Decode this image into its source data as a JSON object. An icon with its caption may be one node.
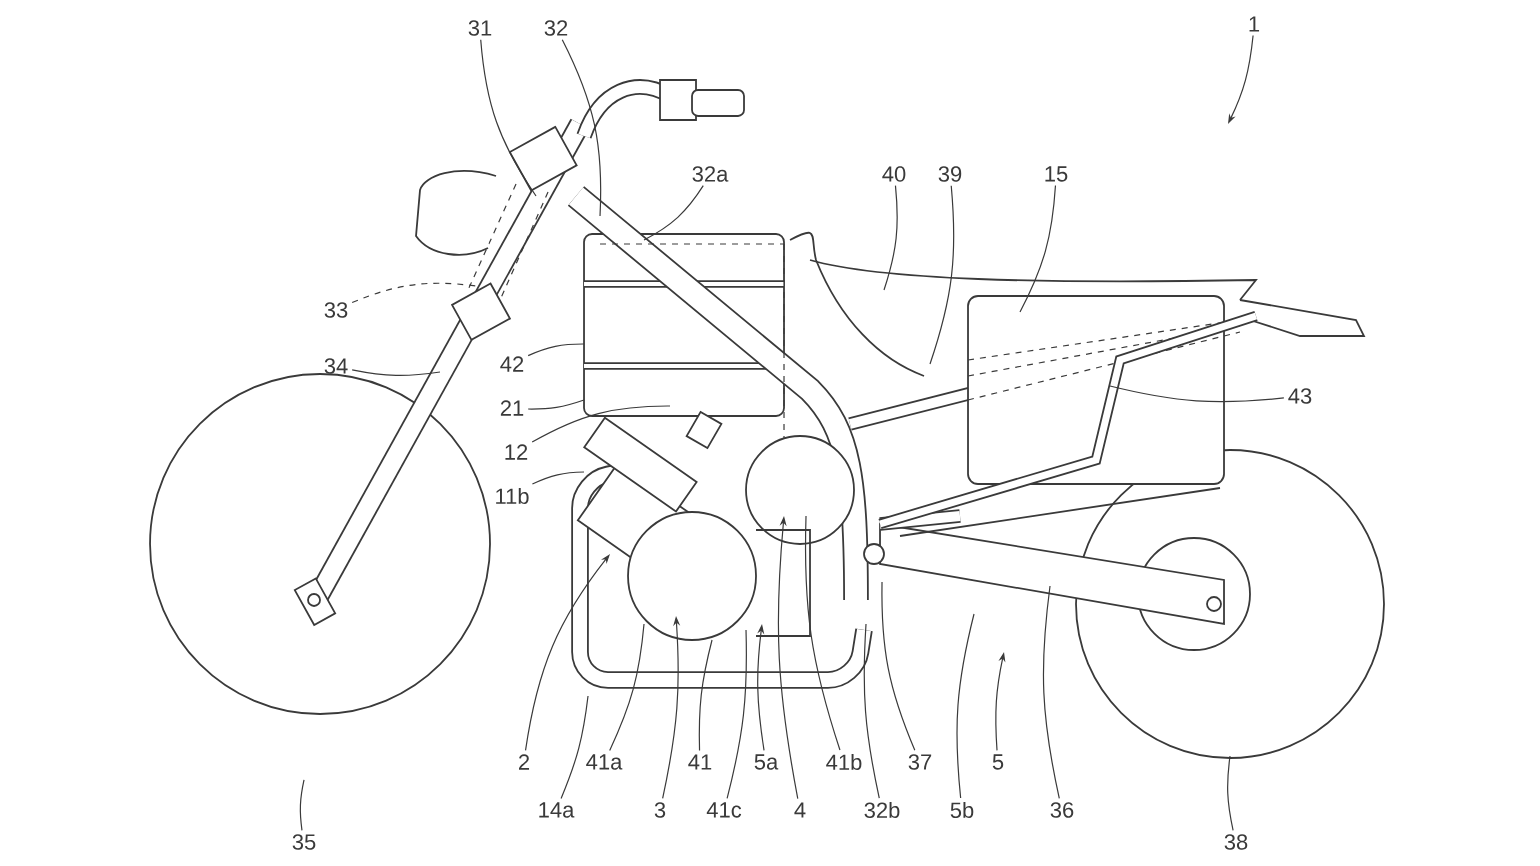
{
  "diagram": {
    "nodes": [
      {
        "text": [
          "31"
        ]
      },
      {
        "text": [
          "32"
        ]
      },
      {
        "text": [
          "1"
        ]
      },
      {
        "text": [
          "32a"
        ]
      },
      {
        "text": [
          "40"
        ]
      },
      {
        "text": [
          "39"
        ]
      },
      {
        "text": [
          "15"
        ]
      },
      {
        "text": [
          "33"
        ]
      },
      {
        "text": [
          "34"
        ]
      },
      {
        "text": [
          "42"
        ]
      },
      {
        "text": [
          "21"
        ]
      },
      {
        "text": [
          "43"
        ]
      },
      {
        "text": [
          "12"
        ]
      },
      {
        "text": [
          "11b"
        ]
      },
      {
        "text": [
          "2"
        ]
      },
      {
        "text": [
          "41a"
        ]
      },
      {
        "text": [
          "41"
        ]
      },
      {
        "text": [
          "5a"
        ]
      },
      {
        "text": [
          "41b"
        ]
      },
      {
        "text": [
          "37"
        ]
      },
      {
        "text": [
          "5"
        ]
      },
      {
        "text": [
          "14a"
        ]
      },
      {
        "text": [
          "3"
        ]
      },
      {
        "text": [
          "41c"
        ]
      },
      {
        "text": [
          "4"
        ]
      },
      {
        "text": [
          "32b"
        ]
      },
      {
        "text": [
          "5b"
        ]
      },
      {
        "text": [
          "36"
        ]
      },
      {
        "text": [
          "35"
        ]
      },
      {
        "text": [
          "38"
        ]
      }
    ],
    "edges": [
      {
        "from": 0,
        "to": null,
        "arrow": "none"
      },
      {
        "from": 1,
        "to": null,
        "arrow": "none"
      },
      {
        "from": 2,
        "to": null,
        "arrow": "to"
      },
      {
        "from": 3,
        "to": null,
        "arrow": "none"
      },
      {
        "from": 4,
        "to": null,
        "arrow": "none"
      },
      {
        "from": 5,
        "to": null,
        "arrow": "none"
      },
      {
        "from": 6,
        "to": null,
        "arrow": "none"
      },
      {
        "from": 7,
        "to": null,
        "arrow": "none",
        "style": "dashed"
      },
      {
        "from": 8,
        "to": null,
        "arrow": "none"
      },
      {
        "from": 9,
        "to": null,
        "arrow": "none"
      },
      {
        "from": 10,
        "to": null,
        "arrow": "none"
      },
      {
        "from": 11,
        "to": null,
        "arrow": "none"
      },
      {
        "from": 12,
        "to": null,
        "arrow": "none"
      },
      {
        "from": 13,
        "to": null,
        "arrow": "none"
      },
      {
        "from": 14,
        "to": null,
        "arrow": "to"
      },
      {
        "from": 15,
        "to": null,
        "arrow": "none"
      },
      {
        "from": 16,
        "to": null,
        "arrow": "none"
      },
      {
        "from": 17,
        "to": null,
        "arrow": "to"
      },
      {
        "from": 18,
        "to": null,
        "arrow": "none"
      },
      {
        "from": 19,
        "to": null,
        "arrow": "none"
      },
      {
        "from": 20,
        "to": null,
        "arrow": "to"
      },
      {
        "from": 21,
        "to": null,
        "arrow": "none"
      },
      {
        "from": 22,
        "to": null,
        "arrow": "to"
      },
      {
        "from": 23,
        "to": null,
        "arrow": "none"
      },
      {
        "from": 24,
        "to": null,
        "arrow": "to"
      },
      {
        "from": 25,
        "to": null,
        "arrow": "none"
      },
      {
        "from": 26,
        "to": null,
        "arrow": "none"
      },
      {
        "from": 27,
        "to": null,
        "arrow": "none"
      },
      {
        "from": 28,
        "to": null,
        "arrow": "none"
      },
      {
        "from": 29,
        "to": null,
        "arrow": "none"
      }
    ]
  }
}
